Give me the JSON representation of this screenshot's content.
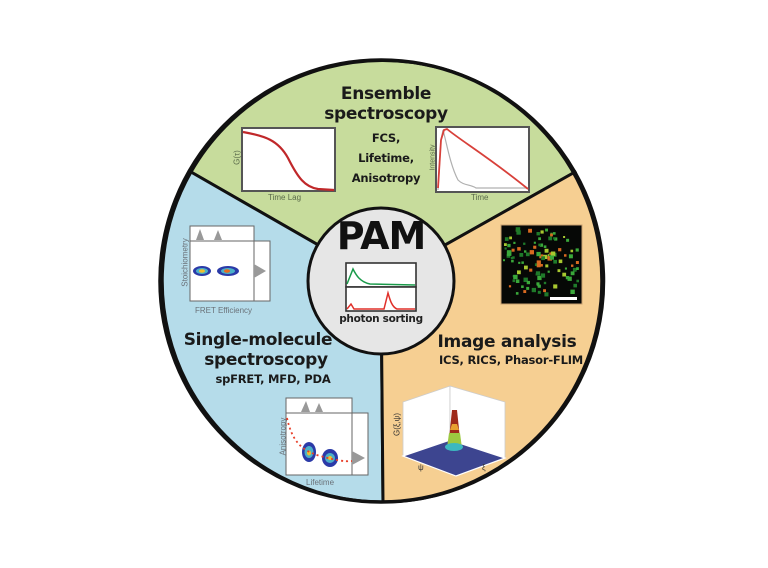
{
  "diagram": {
    "center": {
      "title": "PAM",
      "subtitle": "photon sorting",
      "fill": "#e6e6e6",
      "traces": [
        {
          "name": "green-channel",
          "color": "#1a9a4a"
        },
        {
          "name": "red-channel",
          "color": "#e0302a"
        }
      ]
    },
    "sections": [
      {
        "id": "ensemble",
        "title_line1": "Ensemble",
        "title_line2": "spectroscopy",
        "methods": [
          "FCS,",
          "Lifetime,",
          "Anisotropy"
        ],
        "fill": "#c7dc9c",
        "plots": [
          {
            "name": "fcs-correlation-plot",
            "ylabel": "G(τ)",
            "xlabel": "Time Lag"
          },
          {
            "name": "lifetime-decay-plot",
            "ylabel": "Intensity",
            "xlabel": "Time"
          }
        ]
      },
      {
        "id": "single-molecule",
        "title_line1": "Single-molecule",
        "title_line2": "spectroscopy",
        "methods_line": "spFRET, MFD, PDA",
        "fill": "#b5dcea",
        "plots": [
          {
            "name": "fret-stoichiometry-plot",
            "ylabel": "Stoichiometry",
            "xlabel": "FRET Efficiency"
          },
          {
            "name": "anisotropy-lifetime-plot",
            "ylabel": "Anisotropy",
            "xlabel": "Lifetime"
          }
        ]
      },
      {
        "id": "image-analysis",
        "title_line1": "Image analysis",
        "methods_line": "ICS, RICS, Phasor-FLIM",
        "fill": "#f6cf92",
        "plots": [
          {
            "name": "confocal-image",
            "kind": "microscopy image"
          },
          {
            "name": "rics-surface-plot",
            "zlabel": "G(ξ,ψ)",
            "xlabel": "ψ",
            "ylabel": "ξ"
          }
        ]
      }
    ],
    "colors": {
      "outline": "#111111",
      "fit_red": "#c0282a",
      "irf_gray": "#b0b0b0"
    }
  }
}
